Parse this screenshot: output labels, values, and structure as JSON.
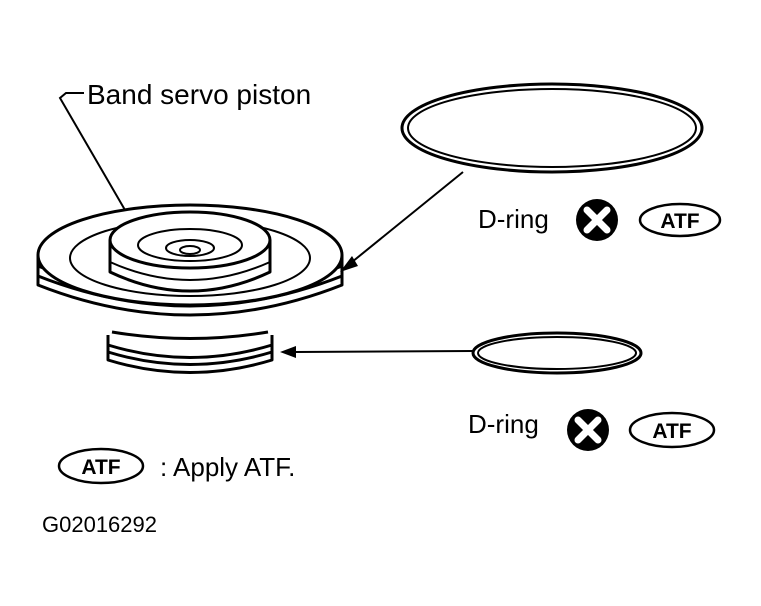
{
  "diagram": {
    "part_label": "Band servo piston",
    "seal_upper_label": "D-ring",
    "seal_lower_label": "D-ring",
    "atf_badge": "ATF",
    "legend_text": ": Apply ATF.",
    "figure_id": "G02016292"
  },
  "icons": {
    "replace_mark": "x-in-circle-icon",
    "atf_marker": "atf-oval-icon"
  },
  "colors": {
    "ink": "#000000",
    "paper": "#ffffff"
  }
}
